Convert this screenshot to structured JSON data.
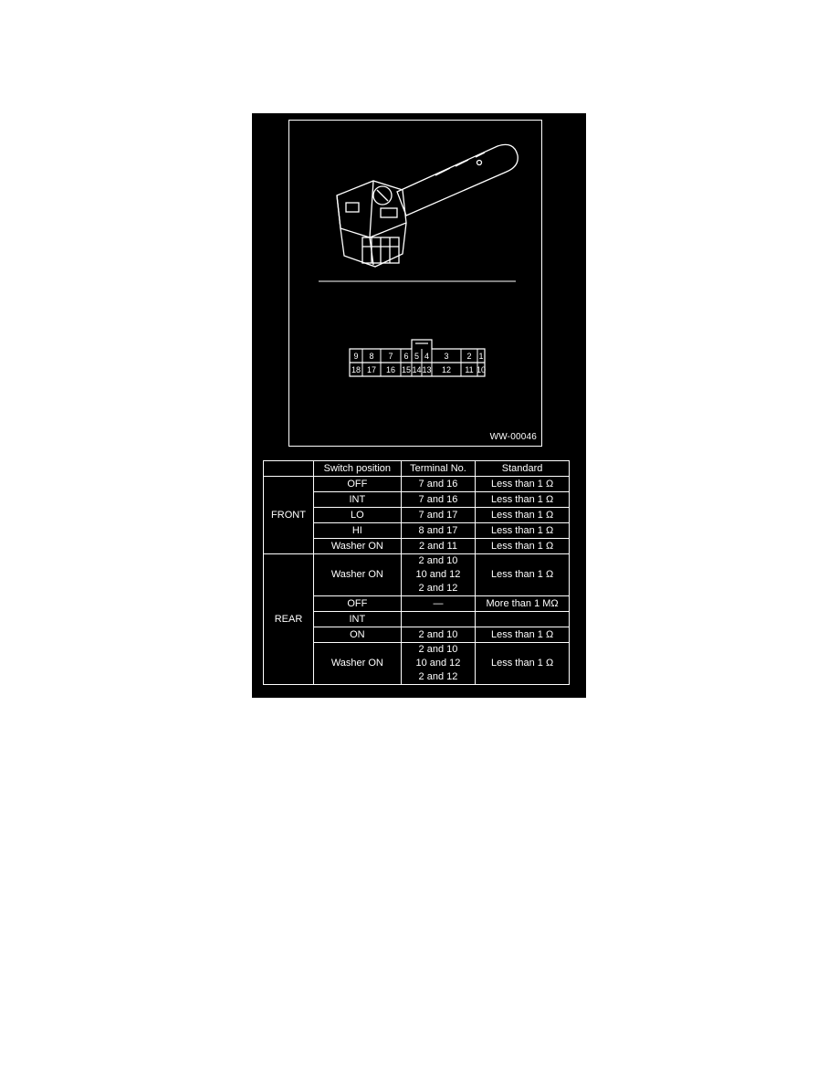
{
  "figure": {
    "code": "WW-00046",
    "connector_top_row": [
      "9",
      "8",
      "7",
      "6",
      "5",
      "4",
      "3",
      "2",
      "1"
    ],
    "connector_bottom_row": [
      "18",
      "17",
      "16",
      "15",
      "14",
      "13",
      "12",
      "11",
      "10"
    ]
  },
  "table": {
    "headers": [
      "",
      "Switch position",
      "Terminal No.",
      "Standard"
    ],
    "groups": [
      {
        "name": "FRONT",
        "rows": [
          {
            "position": "OFF",
            "terminals": [
              "7 and 16"
            ],
            "standard": "Less than 1 Ω"
          },
          {
            "position": "INT",
            "terminals": [
              "7 and 16"
            ],
            "standard": "Less than 1 Ω"
          },
          {
            "position": "LO",
            "terminals": [
              "7 and 17"
            ],
            "standard": "Less than 1 Ω"
          },
          {
            "position": "HI",
            "terminals": [
              "8 and 17"
            ],
            "standard": "Less than 1 Ω"
          },
          {
            "position": "Washer ON",
            "terminals": [
              "2 and 11"
            ],
            "standard": "Less than 1 Ω"
          }
        ]
      },
      {
        "name": "REAR",
        "rows": [
          {
            "position": "Washer ON",
            "terminals": [
              "2 and 10",
              "10 and 12",
              "2 and 12"
            ],
            "standard": "Less than 1 Ω"
          },
          {
            "position": "OFF",
            "terminals": [
              "—"
            ],
            "standard": "More than 1 MΩ"
          },
          {
            "position": "INT",
            "terminals": [
              ""
            ],
            "standard": ""
          },
          {
            "position": "ON",
            "terminals": [
              "2 and 10"
            ],
            "standard": "Less than 1 Ω"
          },
          {
            "position": "Washer ON",
            "terminals": [
              "2 and 10",
              "10 and 12",
              "2 and 12"
            ],
            "standard": "Less than 1 Ω"
          }
        ]
      }
    ]
  }
}
